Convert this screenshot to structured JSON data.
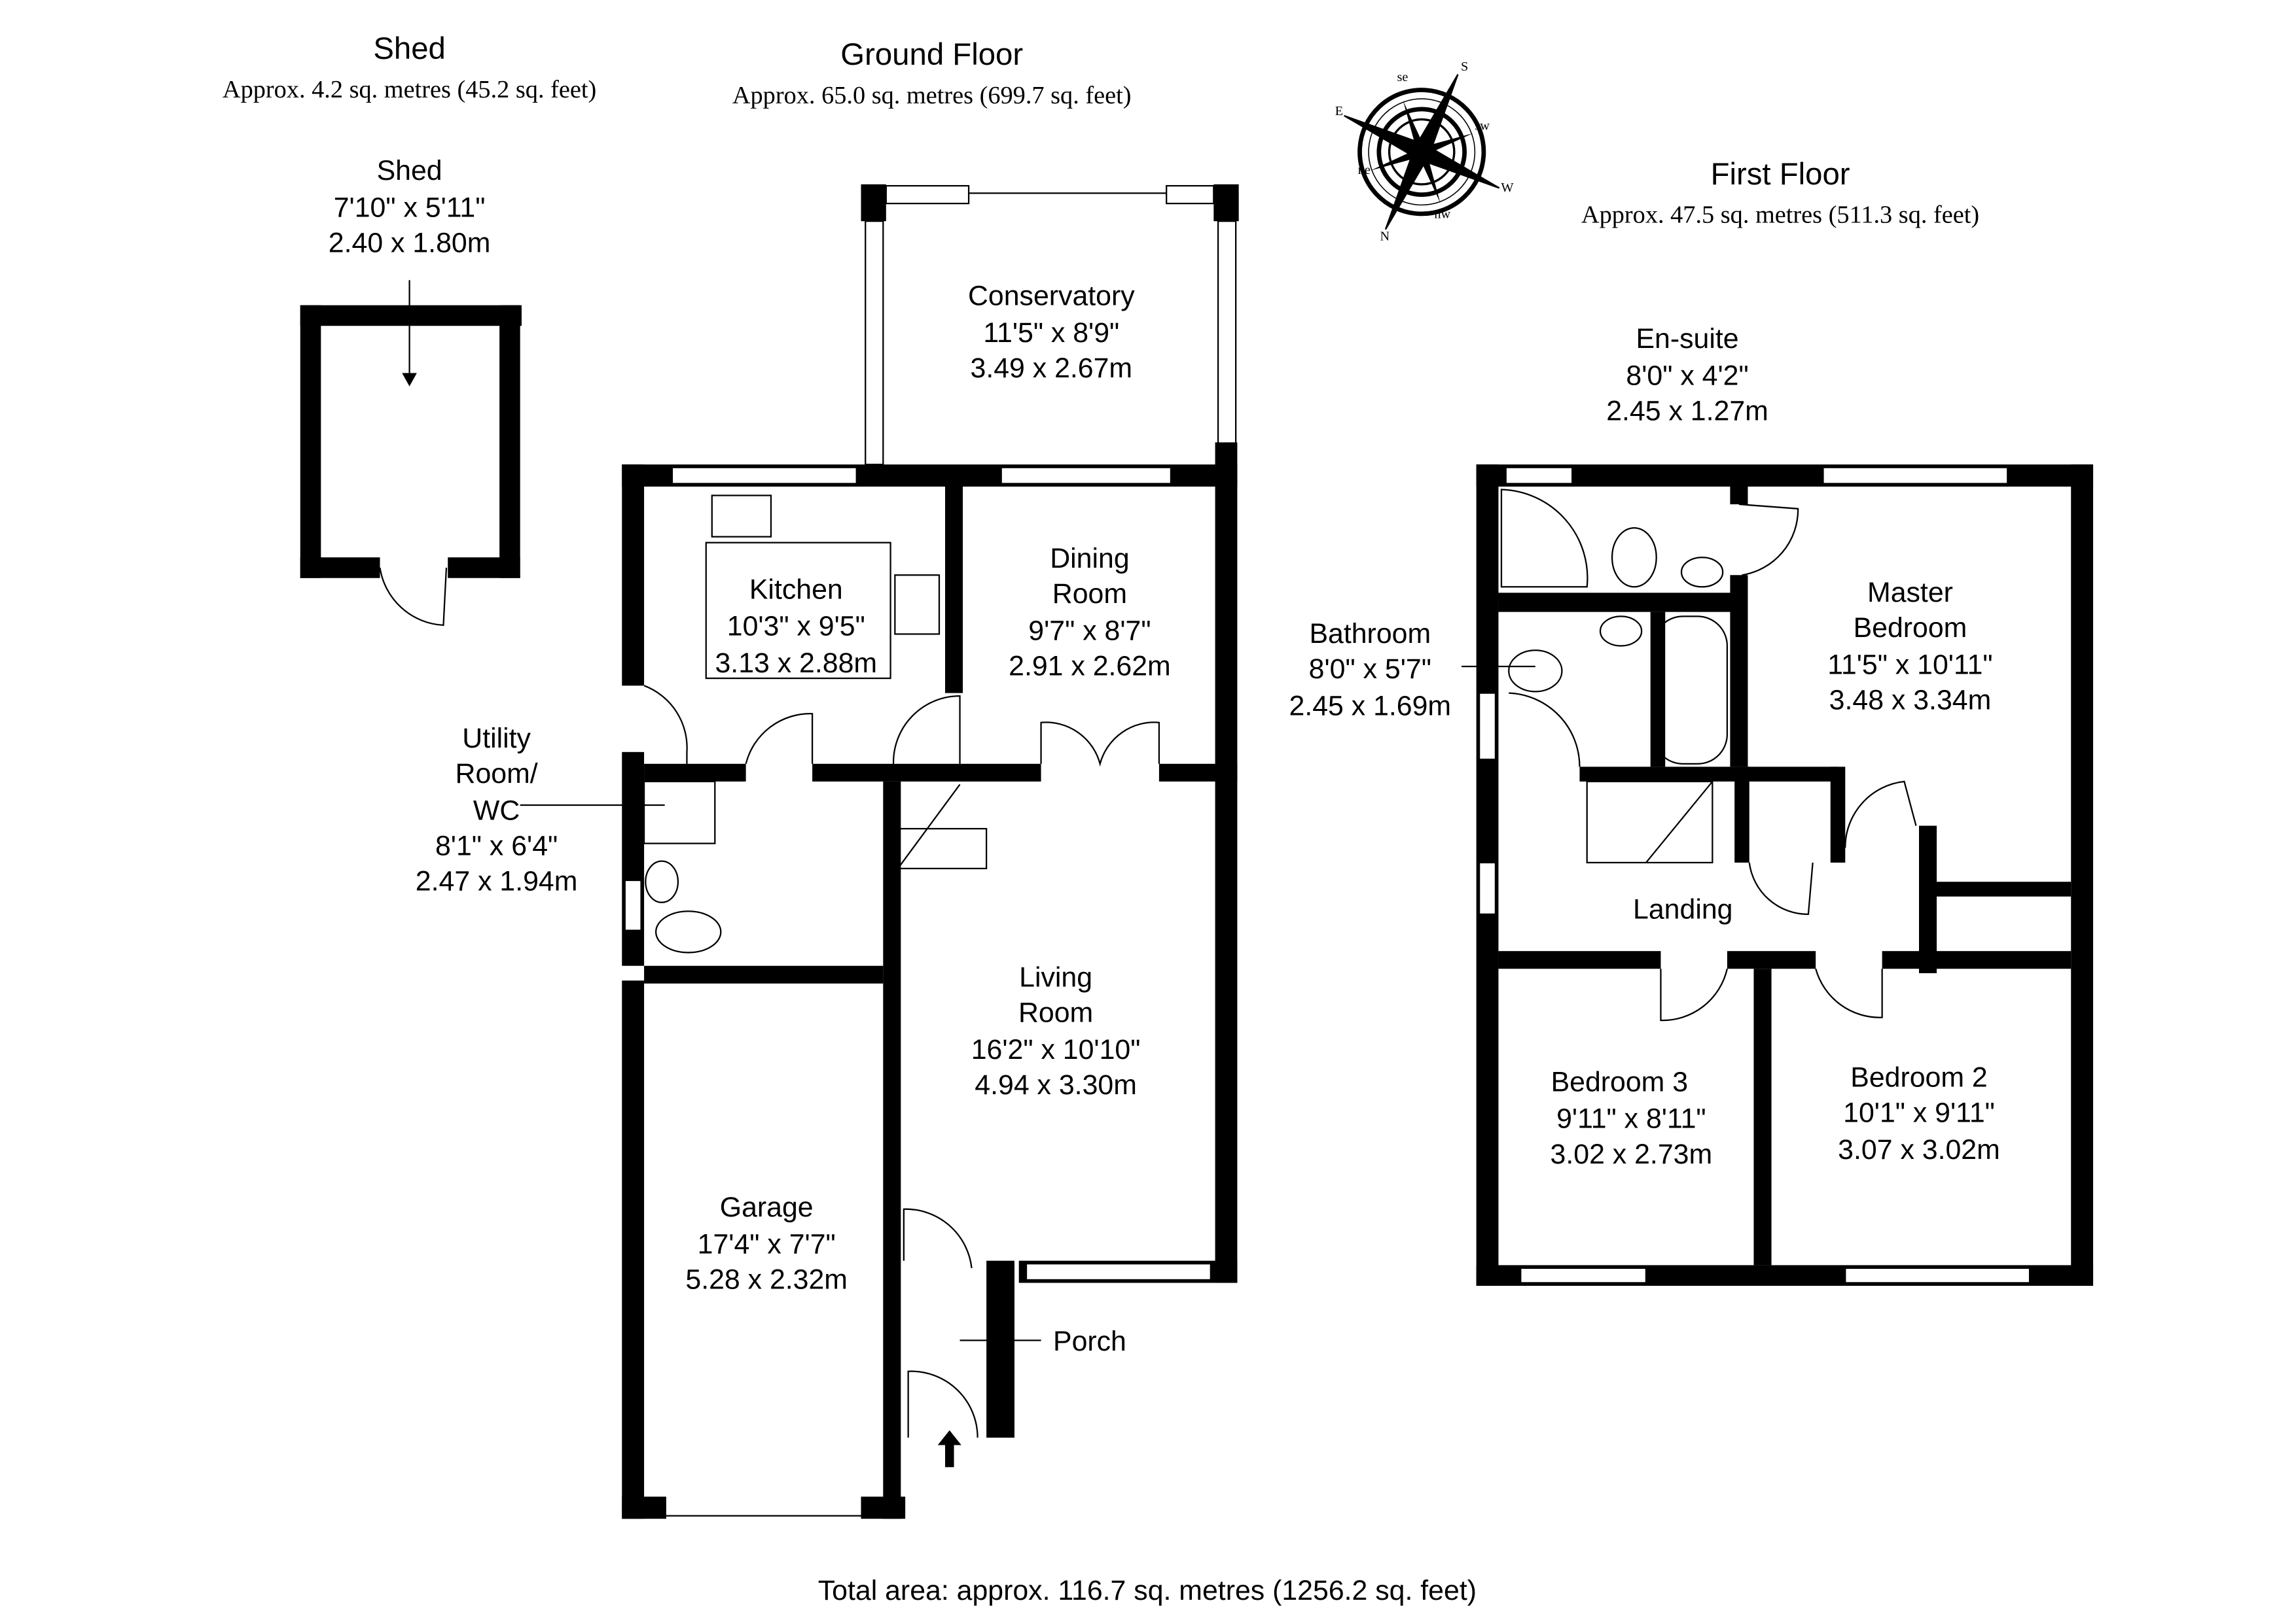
{
  "headers": {
    "shed": {
      "title": "Shed",
      "area": "Approx. 4.2 sq. metres (45.2 sq. feet)"
    },
    "ground": {
      "title": "Ground Floor",
      "area": "Approx. 65.0 sq. metres (699.7 sq. feet)"
    },
    "first": {
      "title": "First Floor",
      "area": "Approx. 47.5 sq. metres (511.3 sq. feet)"
    }
  },
  "total_area": "Total area: approx. 116.7 sq. metres (1256.2 sq. feet)",
  "compass": {
    "n": "N",
    "e": "E",
    "s": "S",
    "w": "W",
    "ne": "ne",
    "se": "se",
    "sw": "sw",
    "nw": "nw"
  },
  "rooms": {
    "shed": {
      "name": "Shed",
      "imperial": "7'10\" x 5'11\"",
      "metric": "2.40 x 1.80m"
    },
    "conservatory": {
      "name": "Conservatory",
      "imperial": "11'5\" x 8'9\"",
      "metric": "3.49 x 2.67m"
    },
    "kitchen": {
      "name": "Kitchen",
      "imperial": "10'3\" x 9'5\"",
      "metric": "3.13 x 2.88m"
    },
    "dining": {
      "name1": "Dining",
      "name2": "Room",
      "imperial": "9'7\" x 8'7\"",
      "metric": "2.91 x 2.62m"
    },
    "utility": {
      "name1": "Utility",
      "name2": "Room/",
      "name3": "WC",
      "imperial": "8'1\" x 6'4\"",
      "metric": "2.47 x 1.94m"
    },
    "living": {
      "name1": "Living",
      "name2": "Room",
      "imperial": "16'2\" x 10'10\"",
      "metric": "4.94 x 3.30m"
    },
    "garage": {
      "name": "Garage",
      "imperial": "17'4\" x 7'7\"",
      "metric": "5.28 x 2.32m"
    },
    "porch": {
      "name": "Porch"
    },
    "ensuite": {
      "name": "En-suite",
      "imperial": "8'0\" x 4'2\"",
      "metric": "2.45 x 1.27m"
    },
    "bathroom": {
      "name": "Bathroom",
      "imperial": "8'0\" x 5'7\"",
      "metric": "2.45 x 1.69m"
    },
    "master": {
      "name1": "Master",
      "name2": "Bedroom",
      "imperial": "11'5\" x 10'11\"",
      "metric": "3.48 x 3.34m"
    },
    "landing": {
      "name": "Landing"
    },
    "bedroom3": {
      "name": "Bedroom 3",
      "imperial": "9'11\" x 8'11\"",
      "metric": "3.02 x 2.73m"
    },
    "bedroom2": {
      "name": "Bedroom 2",
      "imperial": "10'1\" x 9'11\"",
      "metric": "3.07 x 3.02m"
    }
  }
}
